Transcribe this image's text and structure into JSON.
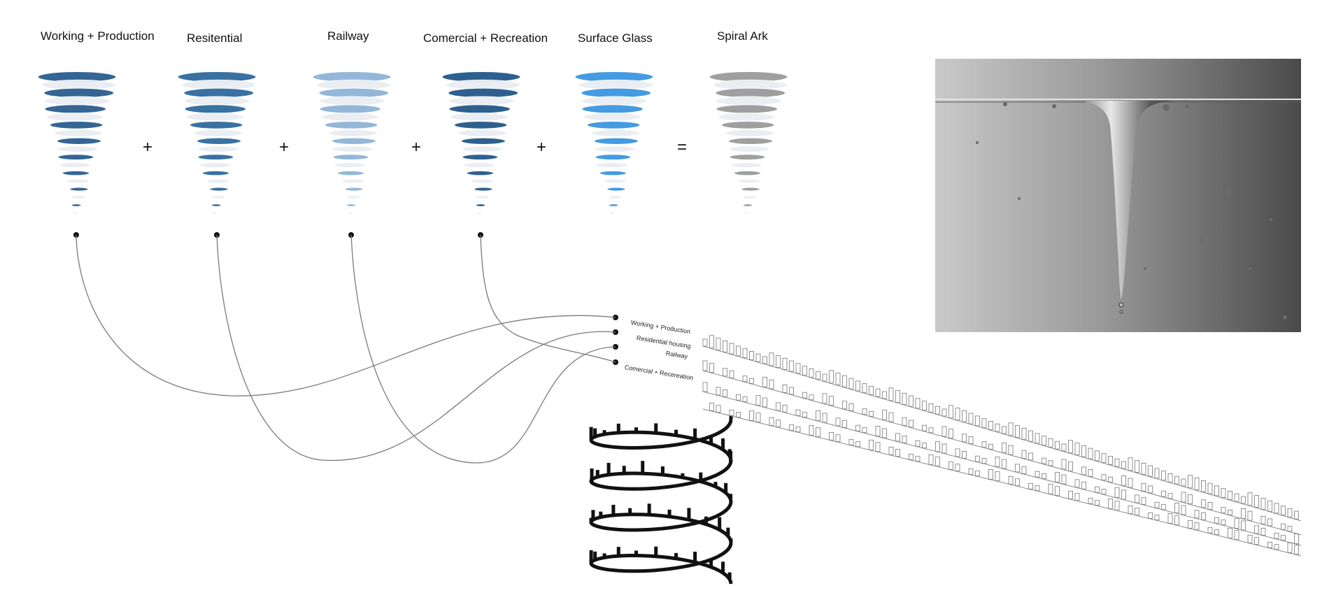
{
  "components": [
    {
      "label": "Working + Production",
      "color": "#2a5d8f"
    },
    {
      "label": "Resitential",
      "color": "#2f6a9e"
    },
    {
      "label": "Railway",
      "color": "#8fb4d8"
    },
    {
      "label": "Comercial + Recreation",
      "color": "#23588a"
    },
    {
      "label": "Surface Glass",
      "color": "#3a96e0"
    },
    {
      "label": "Spiral Ark",
      "color": "#9a9a9a"
    }
  ],
  "operators": [
    "+",
    "+",
    "+",
    "+",
    "="
  ],
  "legend": [
    "Working + Production",
    "Residential housing",
    "Railway",
    "Comercial + Recereation"
  ],
  "colors": {
    "line": "#7a7a7a",
    "ink": "#111111",
    "accent": "#3a96e0"
  }
}
